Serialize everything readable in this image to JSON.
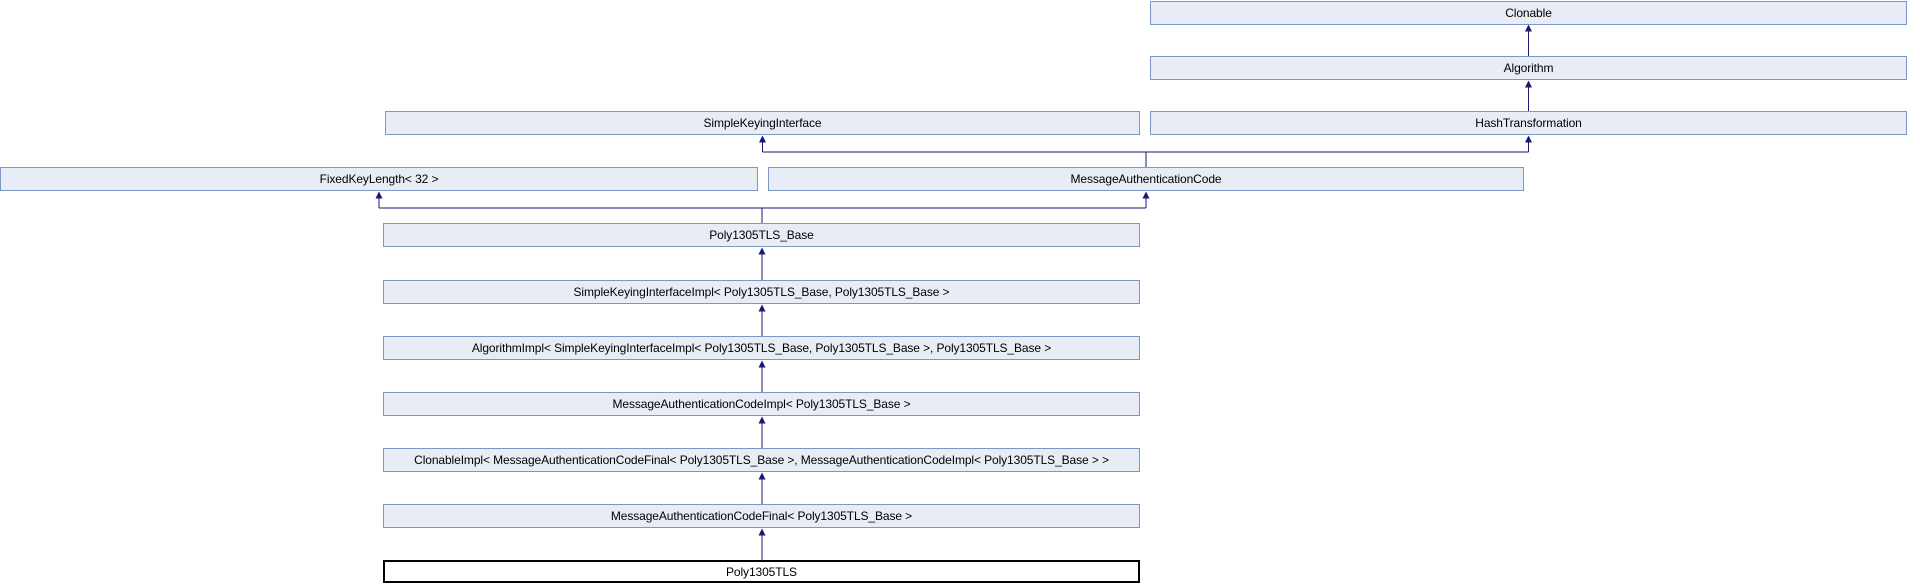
{
  "diagram": {
    "kind": "class-inheritance-graph",
    "colors": {
      "background": "#ffffff",
      "node_fill": "#e8ecf5",
      "node_border": "#7f95c6",
      "current_node_fill": "#ffffff",
      "current_node_border": "#000000",
      "edge": "#191970",
      "text": "#000000"
    },
    "nodes": [
      {
        "id": "clonable",
        "label": "Clonable"
      },
      {
        "id": "algorithm",
        "label": "Algorithm"
      },
      {
        "id": "simple-keying-interface",
        "label": "SimpleKeyingInterface"
      },
      {
        "id": "hash-transformation",
        "label": "HashTransformation"
      },
      {
        "id": "fixed-key-length-32",
        "label": "FixedKeyLength< 32 >"
      },
      {
        "id": "message-authentication-code",
        "label": "MessageAuthenticationCode"
      },
      {
        "id": "poly1305tls-base",
        "label": "Poly1305TLS_Base"
      },
      {
        "id": "simple-keying-interface-impl",
        "label": "SimpleKeyingInterfaceImpl< Poly1305TLS_Base, Poly1305TLS_Base >"
      },
      {
        "id": "algorithm-impl",
        "label": "AlgorithmImpl< SimpleKeyingInterfaceImpl< Poly1305TLS_Base, Poly1305TLS_Base >, Poly1305TLS_Base >"
      },
      {
        "id": "message-authentication-code-impl",
        "label": "MessageAuthenticationCodeImpl< Poly1305TLS_Base >"
      },
      {
        "id": "clonable-impl",
        "label": "ClonableImpl< MessageAuthenticationCodeFinal< Poly1305TLS_Base >, MessageAuthenticationCodeImpl< Poly1305TLS_Base > >"
      },
      {
        "id": "message-authentication-code-final",
        "label": "MessageAuthenticationCodeFinal< Poly1305TLS_Base >"
      },
      {
        "id": "poly1305tls",
        "label": "Poly1305TLS",
        "highlighted": true
      }
    ],
    "edges": [
      {
        "from": "algorithm",
        "to": "clonable"
      },
      {
        "from": "hash-transformation",
        "to": "algorithm"
      },
      {
        "from": "message-authentication-code",
        "to": "simple-keying-interface"
      },
      {
        "from": "message-authentication-code",
        "to": "hash-transformation"
      },
      {
        "from": "poly1305tls-base",
        "to": "fixed-key-length-32"
      },
      {
        "from": "poly1305tls-base",
        "to": "message-authentication-code"
      },
      {
        "from": "simple-keying-interface-impl",
        "to": "poly1305tls-base"
      },
      {
        "from": "algorithm-impl",
        "to": "simple-keying-interface-impl"
      },
      {
        "from": "message-authentication-code-impl",
        "to": "algorithm-impl"
      },
      {
        "from": "clonable-impl",
        "to": "message-authentication-code-impl"
      },
      {
        "from": "message-authentication-code-final",
        "to": "clonable-impl"
      },
      {
        "from": "poly1305tls",
        "to": "message-authentication-code-final"
      }
    ]
  }
}
